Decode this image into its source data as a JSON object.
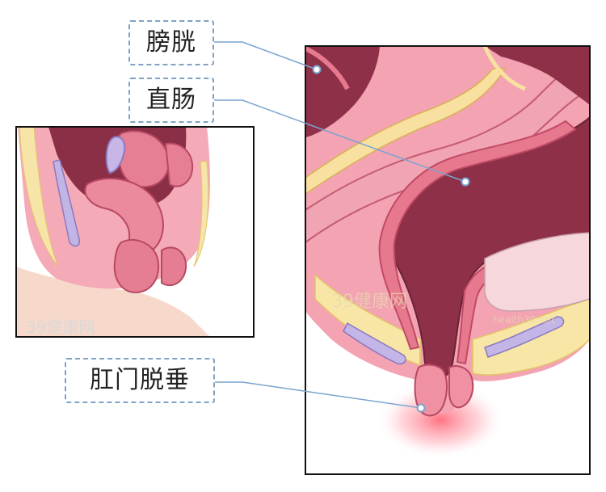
{
  "labels": {
    "bladder": "膀胱",
    "rectum": "直肠",
    "rectal_prolapse": "肛门脱垂"
  },
  "watermark": {
    "brand": "39健康网",
    "site": "health39.net"
  },
  "colors": {
    "frame": "#111111",
    "leader_line": "#7aa4cf",
    "dot_fill": "#ffffff",
    "tissue_dark": "#8e3148",
    "tissue_pink": "#e7798e",
    "tissue_light": "#f3b3bf",
    "fat_yellow": "#f7e6a4",
    "muscle_purple": "#bcb2e0",
    "skin": "#f7d7c9",
    "inflammation": "#ff6b7a"
  }
}
